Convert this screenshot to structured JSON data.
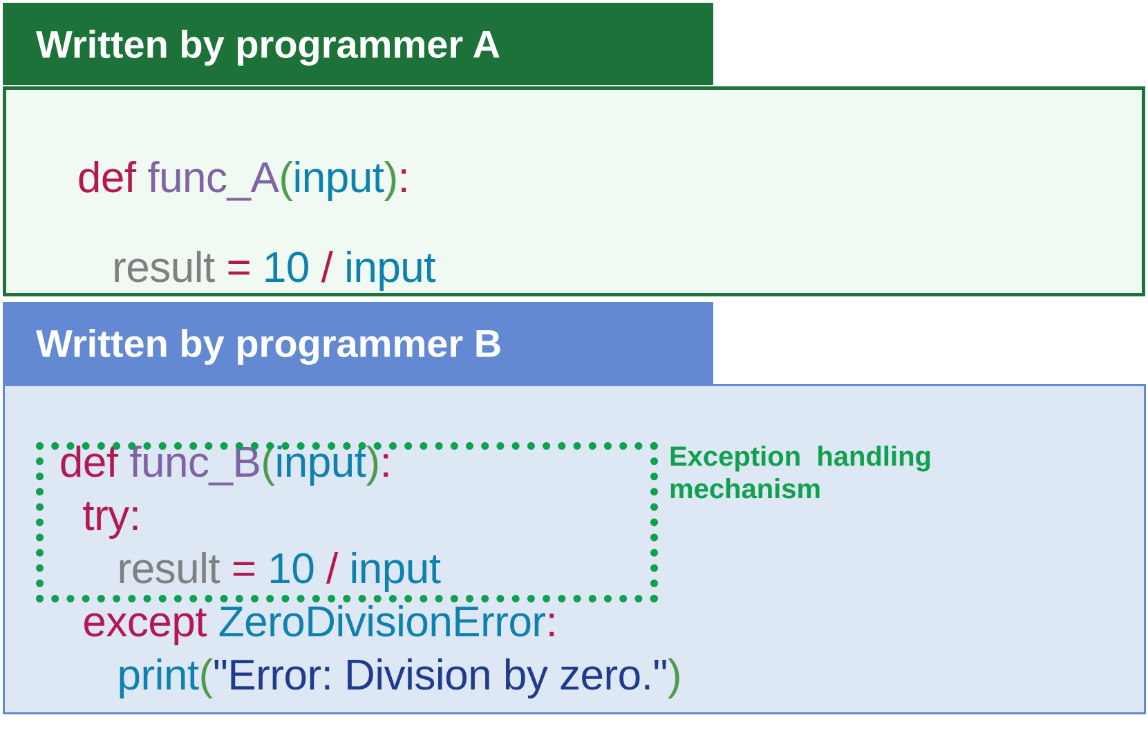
{
  "panel_a": {
    "header_label": "Written by programmer A",
    "header_color": "#1C7239",
    "body_bg": "#F0F9F2",
    "code": {
      "line1": {
        "kw": "def",
        "space1": " ",
        "fname": "func_A",
        "paren_open": "(",
        "arg": "input",
        "paren_close": ")",
        "colon": ":"
      },
      "line2": {
        "indent": "   ",
        "var": "result",
        "space1": " ",
        "assign": "=",
        "space2": " ",
        "number": "10",
        "space3": " ",
        "slash": "/",
        "space4": " ",
        "arg": "input"
      }
    }
  },
  "panel_b": {
    "header_label": "Written by programmer B",
    "header_color": "#6289D2",
    "body_bg": "#DEE8F5",
    "code": {
      "line1": {
        "kw": "def",
        "space1": " ",
        "fname": "func_B",
        "paren_open": "(",
        "arg": "input",
        "paren_close": ")",
        "colon": ":"
      },
      "line2": {
        "indent": "  ",
        "kw": "try",
        "colon": ":"
      },
      "line3": {
        "indent": "     ",
        "var": "result",
        "space1": " ",
        "assign": "=",
        "space2": " ",
        "number": "10",
        "space3": " ",
        "slash": "/",
        "space4": " ",
        "arg": "input"
      },
      "line4": {
        "indent": "  ",
        "kw": "except",
        "space1": " ",
        "exc": "ZeroDivisionError",
        "colon": ":"
      },
      "line5": {
        "indent": "     ",
        "fn": "print",
        "paren_open": "(",
        "string": "\"Error: Division by zero.\"",
        "paren_close": ")"
      }
    }
  },
  "annotation": {
    "line1": "Exception  handling",
    "line2": "mechanism",
    "color": "#0FA14E"
  },
  "highlight_box": {
    "style": "dotted",
    "color": "#0FA14E"
  },
  "syntax_colors": {
    "keyword": "#B5174F",
    "function_name": "#8064A2",
    "paren": "#4E9A4E",
    "identifier": "#0E81AE",
    "variable": "#808080",
    "string": "#1F3B8C"
  }
}
